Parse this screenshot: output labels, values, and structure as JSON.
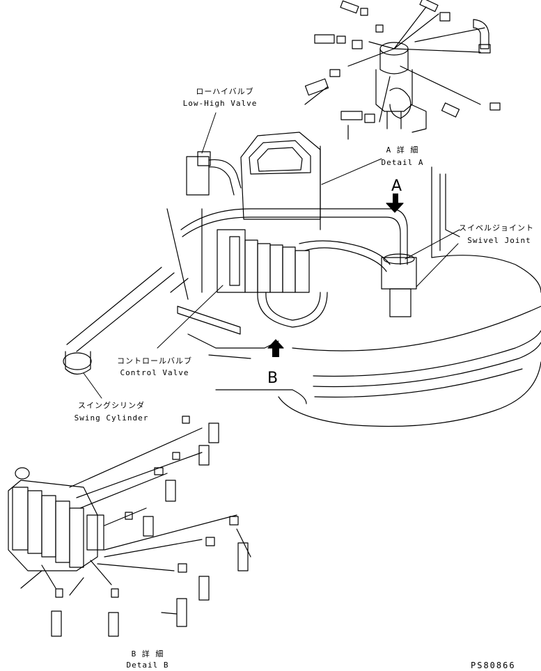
{
  "callouts": {
    "low_high_valve": {
      "jp": "ローハイバルブ",
      "en": "Low-High Valve"
    },
    "detail_a": {
      "jp": "A 詳 細",
      "en": "Detail A"
    },
    "swivel_joint": {
      "jp": "スイベルジョイント",
      "en": "Swivel Joint"
    },
    "control_valve": {
      "jp": "コントロールバルブ",
      "en": "Control Valve"
    },
    "swing_cylinder": {
      "jp": "スイングシリンダ",
      "en": "Swing Cylinder"
    },
    "detail_b": {
      "jp": "B 詳 細",
      "en": "Detail B"
    }
  },
  "view_markers": {
    "a": "A",
    "b": "B"
  },
  "drawing_number": "PS80866"
}
